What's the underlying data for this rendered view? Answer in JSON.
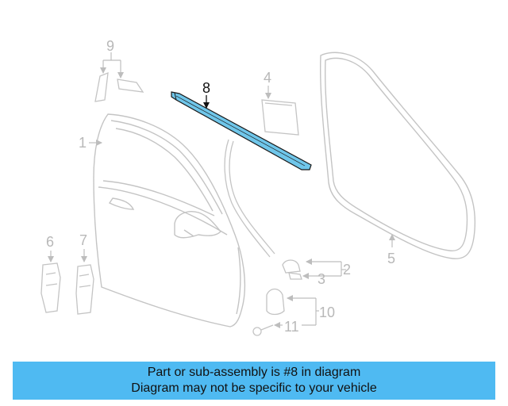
{
  "colors": {
    "part_gray": "#c4c4c4",
    "highlight_fill": "#6fc6ea",
    "highlight_stroke": "#1a1a1a",
    "banner_background": "#4fbaf2",
    "banner_text": "#111111"
  },
  "callouts": {
    "c1": "1",
    "c2": "2",
    "c3": "3",
    "c4": "4",
    "c5": "5",
    "c6": "6",
    "c7": "7",
    "c8": "8",
    "c9": "9",
    "c10": "10",
    "c11": "11"
  },
  "highlighted_part": "8",
  "banner": {
    "line1": "Part or sub-assembly is #8 in diagram",
    "line2": "Diagram may not be specific to your vehicle"
  }
}
